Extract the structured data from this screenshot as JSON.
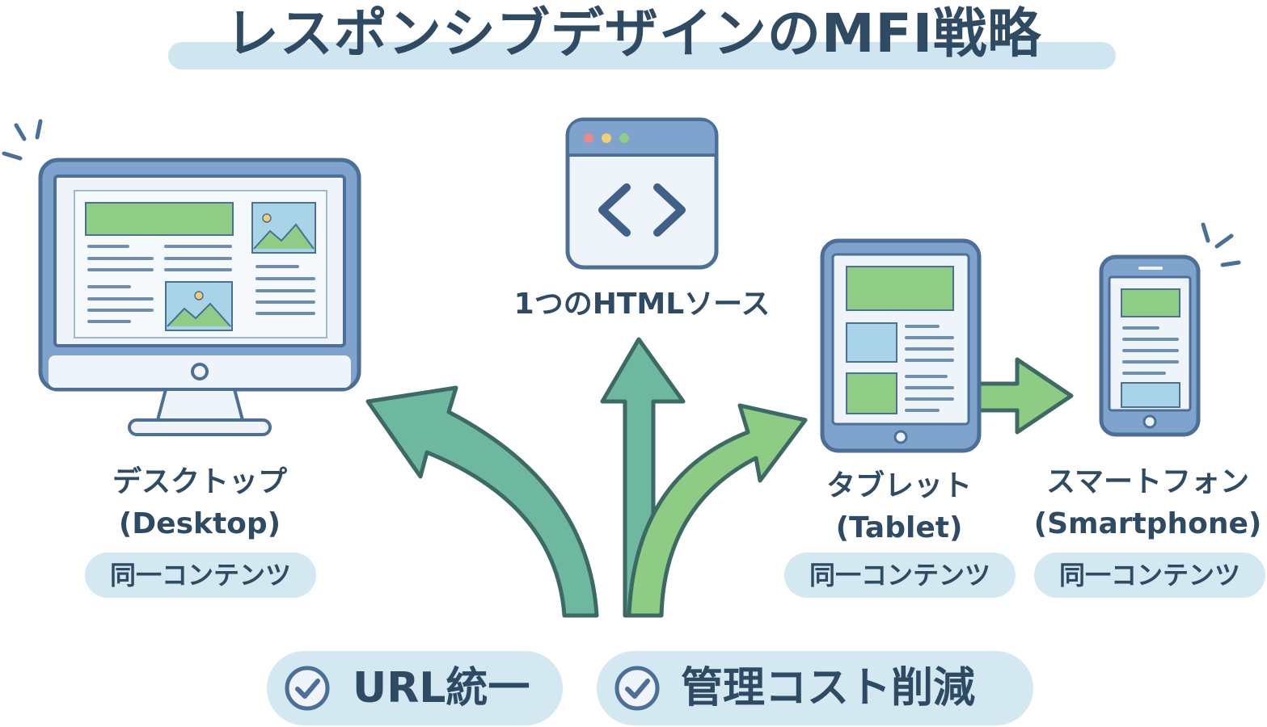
{
  "title": "レスポンシブデザインのMFI戦略",
  "source": {
    "label": "1つのHTMLソース"
  },
  "devices": {
    "desktop": {
      "name": "デスクトップ",
      "name_en": "(Desktop)",
      "tag": "同一コンテンツ"
    },
    "tablet": {
      "name": "タブレット",
      "name_en": "(Tablet)",
      "tag": "同一コンテンツ"
    },
    "smartphone": {
      "name": "スマートフォン",
      "name_en": "(Smartphone)",
      "tag": "同一コンテンツ"
    }
  },
  "benefits": [
    {
      "label": "URL統一"
    },
    {
      "label": "管理コスト削減"
    }
  ],
  "colors": {
    "dark": "#2f4b63",
    "device_body": "#7fa3cc",
    "device_frame": "#4c6f98",
    "screen": "#eef4f9",
    "content_green": "#8fcc86",
    "content_blue": "#a9d3e6",
    "arrow_teal": "#6fb8a0",
    "arrow_green": "#8ecb84",
    "pill_bg": "#d3e8f1"
  }
}
